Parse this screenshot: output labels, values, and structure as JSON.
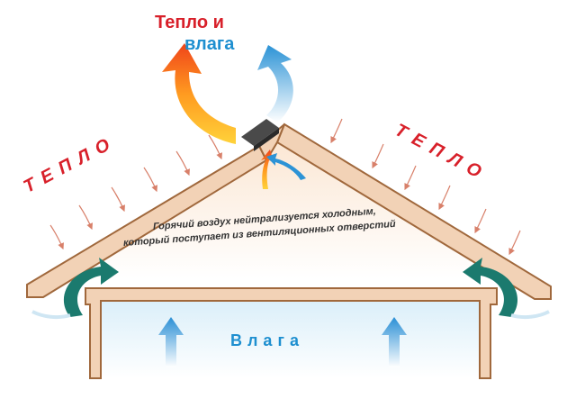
{
  "title": {
    "line1": "Тепло и",
    "line2": "влага"
  },
  "labels": {
    "heat_left": "ТЕПЛО",
    "heat_right": "ТЕПЛО",
    "moisture": "Влага",
    "caption_line1": "Горячий воздух нейтрализуется холодным,",
    "caption_line2": "который поступает из вентиляционных отверстий"
  },
  "colors": {
    "heat": "#d8202a",
    "moisture": "#1e8fd0",
    "roof_fill": "#f2d2b6",
    "roof_stroke": "#a0683c",
    "vent_arrow": "#1b7a6e"
  },
  "icons": [
    "warm-air-arrow",
    "moist-air-arrow",
    "ridge-vent",
    "heat-ray-arrow",
    "airflow-arrow"
  ]
}
